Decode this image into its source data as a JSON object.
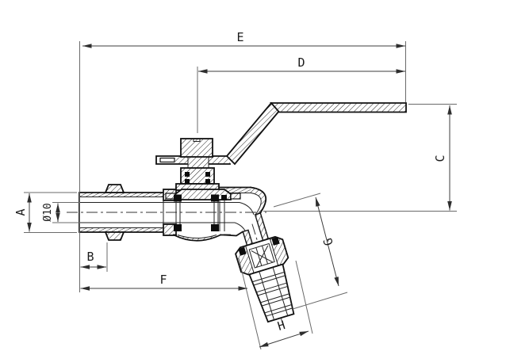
{
  "drawing": {
    "subject": "sectional technical drawing of a lever-handle bibcock tap with threaded inlet and angled hose-barb outlet",
    "background_color": "#ffffff",
    "line_color": "#111111",
    "dimension_line_color": "#3c3c3c",
    "labels": {
      "E": "E",
      "D": "D",
      "C": "C",
      "A": "A",
      "dia": "Ø10",
      "B": "B",
      "F": "F",
      "G": "G",
      "H": "H"
    },
    "dimension_list": [
      {
        "id": "E",
        "text": "E",
        "orientation": "horizontal",
        "position": "top overall width"
      },
      {
        "id": "D",
        "text": "D",
        "orientation": "horizontal",
        "position": "top, handle span"
      },
      {
        "id": "C",
        "text": "C",
        "orientation": "vertical",
        "position": "right side height"
      },
      {
        "id": "A",
        "text": "A",
        "orientation": "vertical",
        "position": "left, inlet outer diameter"
      },
      {
        "id": "dia",
        "text": "Ø10",
        "orientation": "vertical",
        "position": "left, bore diameter"
      },
      {
        "id": "B",
        "text": "B",
        "orientation": "horizontal",
        "position": "bottom left, thread length"
      },
      {
        "id": "F",
        "text": "F",
        "orientation": "horizontal",
        "position": "bottom, body length"
      },
      {
        "id": "G",
        "text": "G",
        "orientation": "angled",
        "position": "along spout axis"
      },
      {
        "id": "H",
        "text": "H",
        "orientation": "angled",
        "position": "across hose barb end"
      }
    ]
  }
}
